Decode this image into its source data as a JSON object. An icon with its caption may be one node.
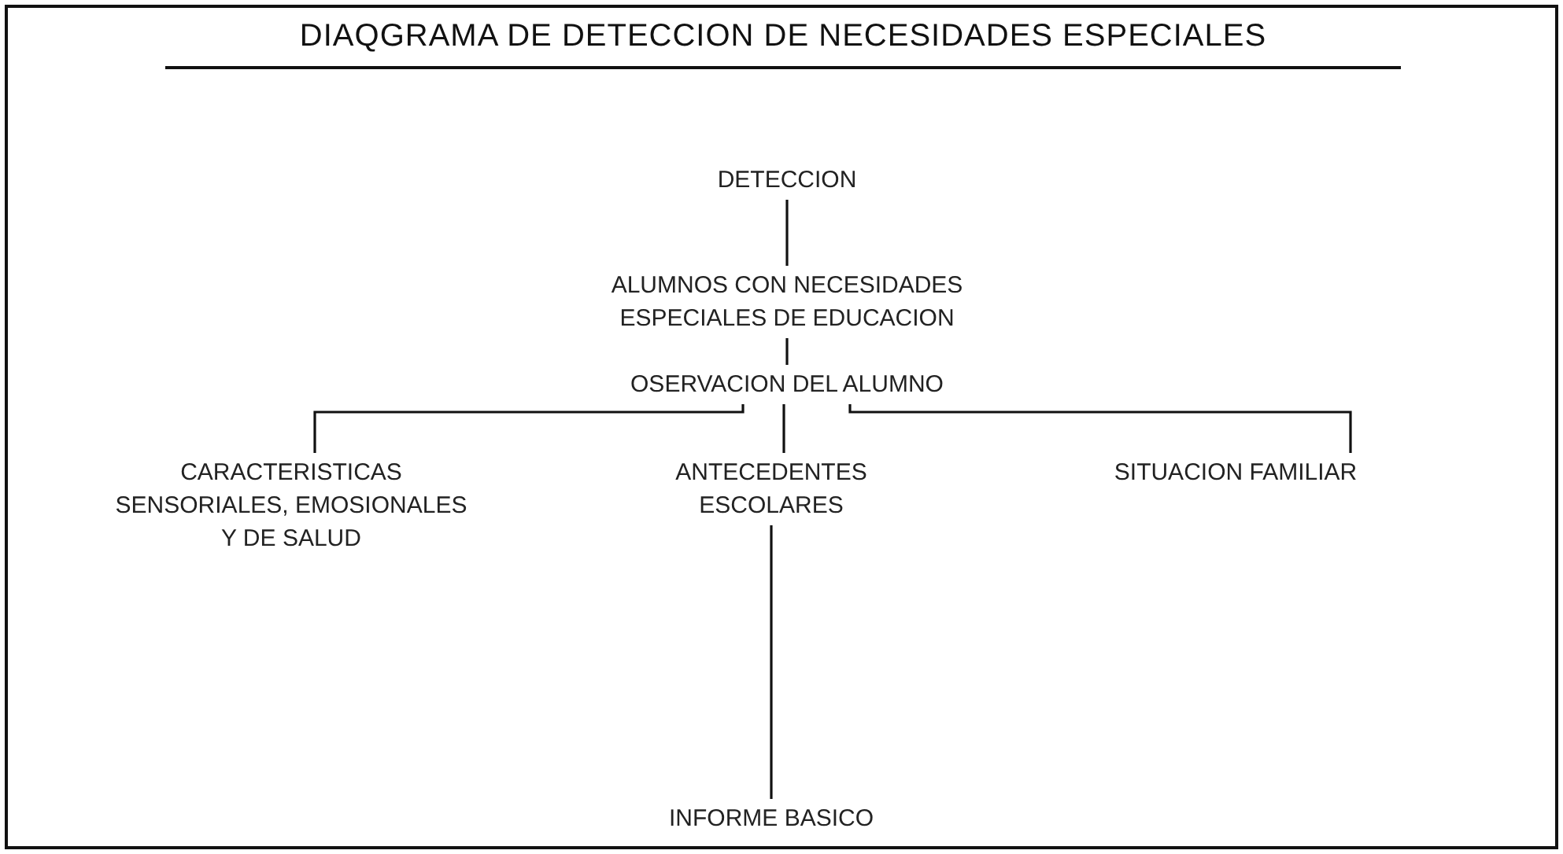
{
  "diagram": {
    "title": "DIAQGRAMA DE DETECCION DE NECESIDADES ESPECIALES",
    "nodes": [
      {
        "text": [
          "DETECCION"
        ]
      },
      {
        "text": [
          "ALUMNOS CON NECESIDADES ESPECIALES DE EDUCACION"
        ]
      },
      {
        "text": [
          "OSERVACION DEL ALUMNO"
        ]
      },
      {
        "text": [
          "CARACTERISTICAS SENSORIALES, EMOSIONALES Y DE SALUD"
        ]
      },
      {
        "text": [
          "ANTECEDENTES ESCOLARES"
        ]
      },
      {
        "text": [
          "SITUACION FAMILIAR"
        ]
      },
      {
        "text": [
          "INFORME BASICO"
        ]
      }
    ],
    "edges": [
      {
        "from": 0,
        "to": 1,
        "arrow": "none"
      },
      {
        "from": 1,
        "to": 2,
        "arrow": "none"
      },
      {
        "from": 2,
        "to": 3,
        "arrow": "none"
      },
      {
        "from": 2,
        "to": 4,
        "arrow": "none"
      },
      {
        "from": 2,
        "to": 5,
        "arrow": "none"
      },
      {
        "from": 4,
        "to": 6,
        "arrow": "none"
      }
    ]
  }
}
